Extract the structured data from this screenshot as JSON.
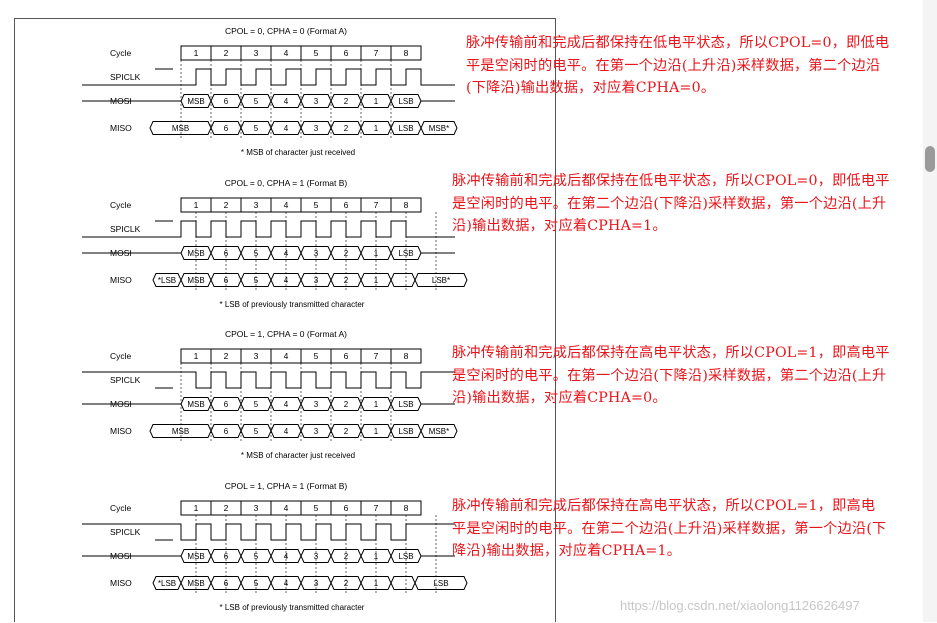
{
  "panels": [
    {
      "title": "CPOL = 0, CPHA = 0 (Format A)",
      "cpol": 0,
      "cpha": 0,
      "row_labels": [
        "Cycle",
        "SPICLK",
        "MOSI",
        "MISO"
      ],
      "cycles": [
        "1",
        "2",
        "3",
        "4",
        "5",
        "6",
        "7",
        "8"
      ],
      "mosi": [
        "MSB",
        "6",
        "5",
        "4",
        "3",
        "2",
        "1",
        "LSB"
      ],
      "miso": [
        "MSB",
        "6",
        "5",
        "4",
        "3",
        "2",
        "1",
        "LSB",
        "MSB*"
      ],
      "footnote": "* MSB of character just received",
      "note": "脉冲传输前和完成后都保持在低电平状态，所以CPOL=0，即低电平是空闲时的电平。在第一个边沿(上升沿)采样数据，第二个边沿(下降沿)输出数据，对应着CPHA=0。"
    },
    {
      "title": "CPOL = 0, CPHA = 1 (Format B)",
      "cpol": 0,
      "cpha": 1,
      "row_labels": [
        "Cycle",
        "SPICLK",
        "MOSI",
        "MISO"
      ],
      "cycles": [
        "1",
        "2",
        "3",
        "4",
        "5",
        "6",
        "7",
        "8"
      ],
      "mosi": [
        "MSB",
        "6",
        "5",
        "4",
        "3",
        "2",
        "1",
        "LSB"
      ],
      "miso": [
        "*LSB",
        "MSB",
        "6",
        "5",
        "4",
        "3",
        "2",
        "1",
        "LSB*"
      ],
      "footnote": "* LSB of previously transmitted character",
      "note": "脉冲传输前和完成后都保持在低电平状态，所以CPOL=0，即低电平是空闲时的电平。在第二个边沿(下降沿)采样数据，第一个边沿(上升沿)输出数据，对应着CPHA=1。"
    },
    {
      "title": "CPOL = 1, CPHA = 0 (Format A)",
      "cpol": 1,
      "cpha": 0,
      "row_labels": [
        "Cycle",
        "SPICLK",
        "MOSI",
        "MISO"
      ],
      "cycles": [
        "1",
        "2",
        "3",
        "4",
        "5",
        "6",
        "7",
        "8"
      ],
      "mosi": [
        "MSB",
        "6",
        "5",
        "4",
        "3",
        "2",
        "1",
        "LSB"
      ],
      "miso": [
        "MSB",
        "6",
        "5",
        "4",
        "3",
        "2",
        "1",
        "LSB",
        "MSB*"
      ],
      "footnote": "* MSB of character just received",
      "note": "脉冲传输前和完成后都保持在高电平状态，所以CPOL=1，即高电平是空闲时的电平。在第一个边沿(下降沿)采样数据，第二个边沿(上升沿)输出数据，对应着CPHA=0。"
    },
    {
      "title": "CPOL = 1, CPHA = 1 (Format B)",
      "cpol": 1,
      "cpha": 1,
      "row_labels": [
        "Cycle",
        "SPICLK",
        "MOSI",
        "MISO"
      ],
      "cycles": [
        "1",
        "2",
        "3",
        "4",
        "5",
        "6",
        "7",
        "8"
      ],
      "mosi": [
        "MSB",
        "6",
        "5",
        "4",
        "3",
        "2",
        "1",
        "LSB"
      ],
      "miso": [
        "*LSB",
        "MSB",
        "6",
        "5",
        "4",
        "3",
        "2",
        "1",
        "LSB"
      ],
      "footnote": "* LSB of previously transmitted character",
      "note": "脉冲传输前和完成后都保持在高电平状态，所以CPOL=1，即高电平是空闲时的电平。在第二个边沿(上升沿)采样数据，第一个边沿(下降沿)输出数据，对应着CPHA=1。"
    }
  ],
  "watermark": "https://blog.csdn.net/xiaolong1126626497",
  "colors": {
    "annotation": "#e8151b",
    "line": "#000000",
    "scroll_thumb": "#9a9a9a"
  }
}
